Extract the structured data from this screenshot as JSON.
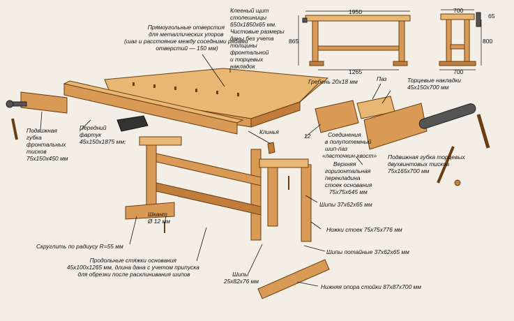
{
  "labels": {
    "holes": [
      "Прямоугольные отверстия",
      "для металлических упоров",
      "(шаг и расстояние между соседними рядами",
      "отверстий — 150 мм)"
    ],
    "top": [
      "Клееный щит",
      "столешницы",
      "650x1850x65 мм.",
      "Чистовые размеры",
      "даны без учета",
      "толщины",
      "фронтальной",
      "и торцевых",
      "накладок"
    ],
    "comb": "Гребень 20x18 мм",
    "groove": "Паз",
    "end_pads": [
      "Торцевые накладки",
      "45x150x700 мм"
    ],
    "front_jaw": [
      "Подвижная",
      "губка",
      "фронтальных",
      "тисков",
      "75x150x450 мм"
    ],
    "apron": [
      "Передний",
      "фартук",
      "45x150x1875 мм;"
    ],
    "wedges": "Клинья",
    "dovetail": [
      "Соединения",
      "в полупотемный",
      "шип-паз",
      "«ласточкин хвост»"
    ],
    "upper_rail": [
      "Верхняя",
      "горизонтальная",
      "перекладина",
      "стоек основания",
      "75x75x645 мм"
    ],
    "twin_jaw": [
      "Подвижная губка торцевых",
      "двухвинтовых тисков",
      "75x165x700 мм"
    ],
    "tenons1": "Шипы 37x62x65 мм",
    "legs": "Ножки стоек 75x75x776 мм",
    "dowel": [
      "Шкант",
      "Ø 12 мм"
    ],
    "round": "Скруглить по радиусу R=55 мм",
    "blind_tenons": "Шипы потайные 37x62x65 мм",
    "stretchers": [
      "Продольные стяжки основания",
      "45x100x1265 мм, длина дана с учетом припуска",
      "для обрезки после расклинивания шипов"
    ],
    "tenons2": [
      "Шипы",
      "25x82x76 мм"
    ],
    "foot": "Нижняя опора стойки 87x87x700 мм",
    "num12": "12"
  },
  "dims": {
    "front_width": "1950",
    "front_height": "865",
    "front_bottom": "1265",
    "side_width_top": "700",
    "side_top_thk": "65",
    "side_height": "800",
    "side_width_bottom": "700"
  },
  "colors": {
    "wood": "#d99a55",
    "wood_dark": "#c07d3c",
    "wood_light": "#e8b774",
    "outline": "#6b3d12",
    "steel": "#555555",
    "background": "#f3efe6"
  }
}
